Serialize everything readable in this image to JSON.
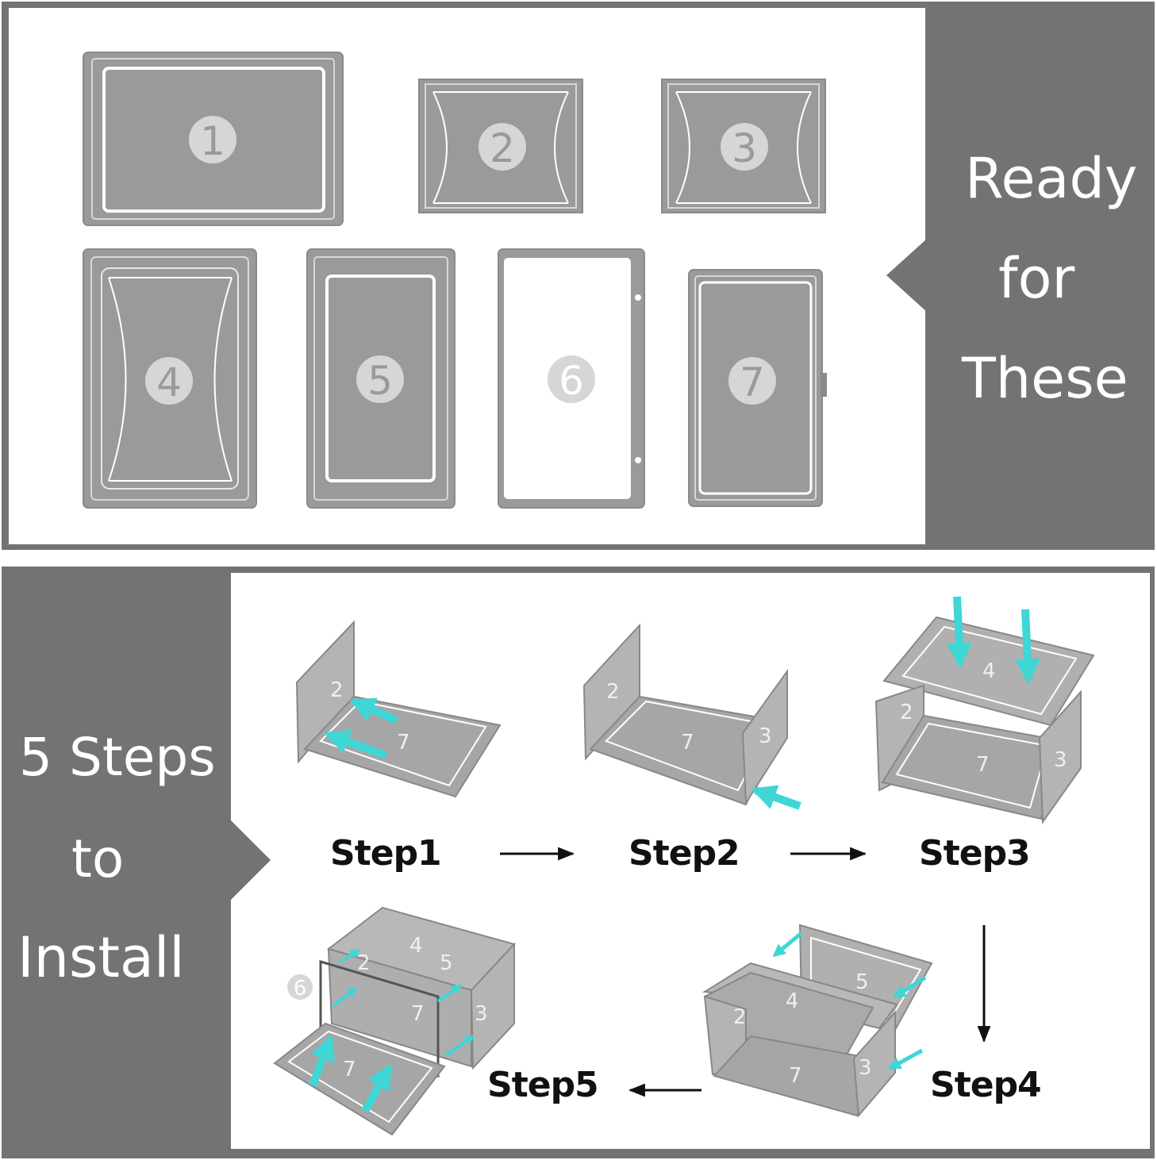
{
  "ready_panel": {
    "lines": [
      "Ready",
      "for",
      "These"
    ],
    "pieces": [
      "1",
      "2",
      "3",
      "4",
      "5",
      "6",
      "7"
    ]
  },
  "install_panel": {
    "lines": [
      "5 Steps",
      "to",
      "Install"
    ],
    "steps": [
      "Step1",
      "Step2",
      "Step3",
      "Step4",
      "Step5"
    ],
    "part_labels": {
      "step1": [
        "2",
        "7"
      ],
      "step2": [
        "2",
        "7",
        "3"
      ],
      "step3": [
        "4",
        "2",
        "7",
        "3"
      ],
      "step4": [
        "5",
        "4",
        "2",
        "3",
        "7"
      ],
      "step5": [
        "4",
        "5",
        "2",
        "6",
        "7",
        "3",
        "7"
      ]
    }
  },
  "colors": {
    "panel_gray": "#737373",
    "piece_fill": "#9a9a9a",
    "piece_edge": "#8a8a8a",
    "arrow_cyan": "#3fd6d6",
    "white": "#ffffff"
  }
}
